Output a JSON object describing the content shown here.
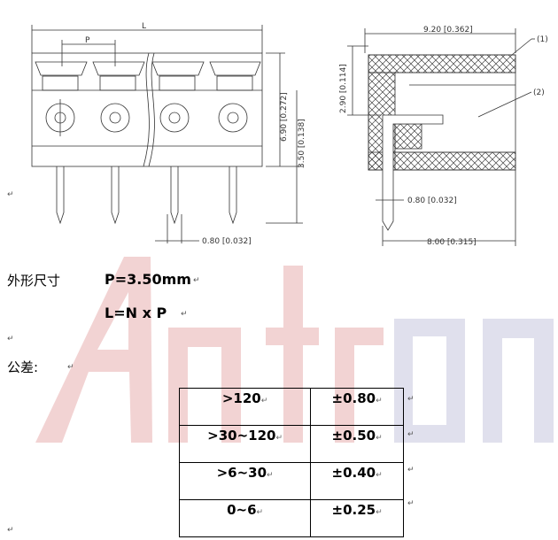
{
  "watermark": {
    "text": "Antron",
    "color": "#e8a8a8"
  },
  "drawing": {
    "front": {
      "dim_L": "L",
      "dim_P": "P",
      "dim_height": "6.90 [0.272]",
      "dim_height2": "3.50 [0.138]",
      "dim_pin": "0.80 [0.032]"
    },
    "side": {
      "dim_top": "9.20 [0.362]",
      "dim_left": "2.90 [0.114]",
      "dim_pin": "0.80 [0.032]",
      "dim_bottom": "8.00 [0.315]",
      "callout1": "(1)",
      "callout2": "(2)"
    }
  },
  "text": {
    "dimensions_label": "外形尺寸",
    "pitch": "P=3.50mm",
    "length_formula": "L=N x P",
    "tolerance_label": "公差:"
  },
  "tolerance_table": [
    {
      "range": ">120",
      "tol": "±0.80"
    },
    {
      "range": ">30~120",
      "tol": "±0.50"
    },
    {
      "range": ">6~30",
      "tol": "±0.40"
    },
    {
      "range": "0~6",
      "tol": "±0.25"
    }
  ],
  "paragraph_mark": "↵"
}
